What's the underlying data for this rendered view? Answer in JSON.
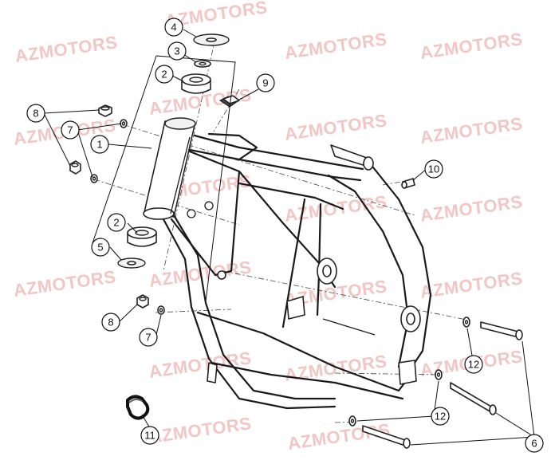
{
  "watermark": {
    "text": "AZMOTORS",
    "color": "#f3c6c6"
  },
  "callouts": [
    {
      "id": "c4",
      "label": "4"
    },
    {
      "id": "c3",
      "label": "3"
    },
    {
      "id": "c2a",
      "label": "2"
    },
    {
      "id": "c9",
      "label": "9"
    },
    {
      "id": "c8a",
      "label": "8"
    },
    {
      "id": "c7a",
      "label": "7"
    },
    {
      "id": "c1",
      "label": "1"
    },
    {
      "id": "c10",
      "label": "10"
    },
    {
      "id": "c2b",
      "label": "2"
    },
    {
      "id": "c5",
      "label": "5"
    },
    {
      "id": "c8b",
      "label": "8"
    },
    {
      "id": "c7b",
      "label": "7"
    },
    {
      "id": "c12a",
      "label": "12"
    },
    {
      "id": "c12b",
      "label": "12"
    },
    {
      "id": "c6",
      "label": "6"
    },
    {
      "id": "c11",
      "label": "11"
    }
  ]
}
